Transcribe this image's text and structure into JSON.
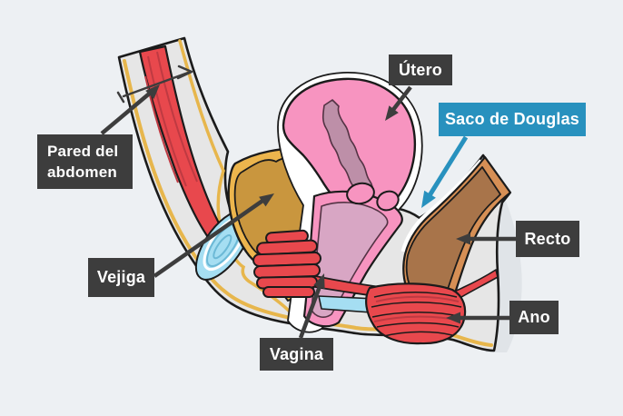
{
  "background": "#edf0f3",
  "labels": {
    "pared_line1": "Pared del",
    "pared_line2": "abdomen",
    "vejiga": "Vejiga",
    "utero": "Útero",
    "saco": "Saco de Douglas",
    "recto": "Recto",
    "ano": "Ano",
    "vagina": "Vagina"
  },
  "colors": {
    "background": "#edf0f3",
    "label_dark_bg": "#3d3d3d",
    "label_accent_bg": "#2891be",
    "label_text": "#ffffff",
    "arrow_dark": "#3d3d3d",
    "arrow_accent": "#2891be",
    "body_gray": "#e6e6e6",
    "shadow_gray": "#e0e4e8",
    "outline": "#1b1b1b",
    "skin_yellow": "#e7b64c",
    "muscle_red": "#e8484d",
    "muscle_red_dark": "#bf3a42",
    "uterus_pink": "#f794c0",
    "endometrium_mauve": "#bd8fa8",
    "vagina_lumen": "#d8a6c4",
    "bladder_gold": "#ecb54d",
    "bladder_tan": "#c9963e",
    "rectum_wall": "#d68f55",
    "rectum_brown": "#a8744a",
    "cartilage_blue": "#a5def2",
    "cartilage_line": "#6cb9d6",
    "halo_white": "#ffffff"
  }
}
